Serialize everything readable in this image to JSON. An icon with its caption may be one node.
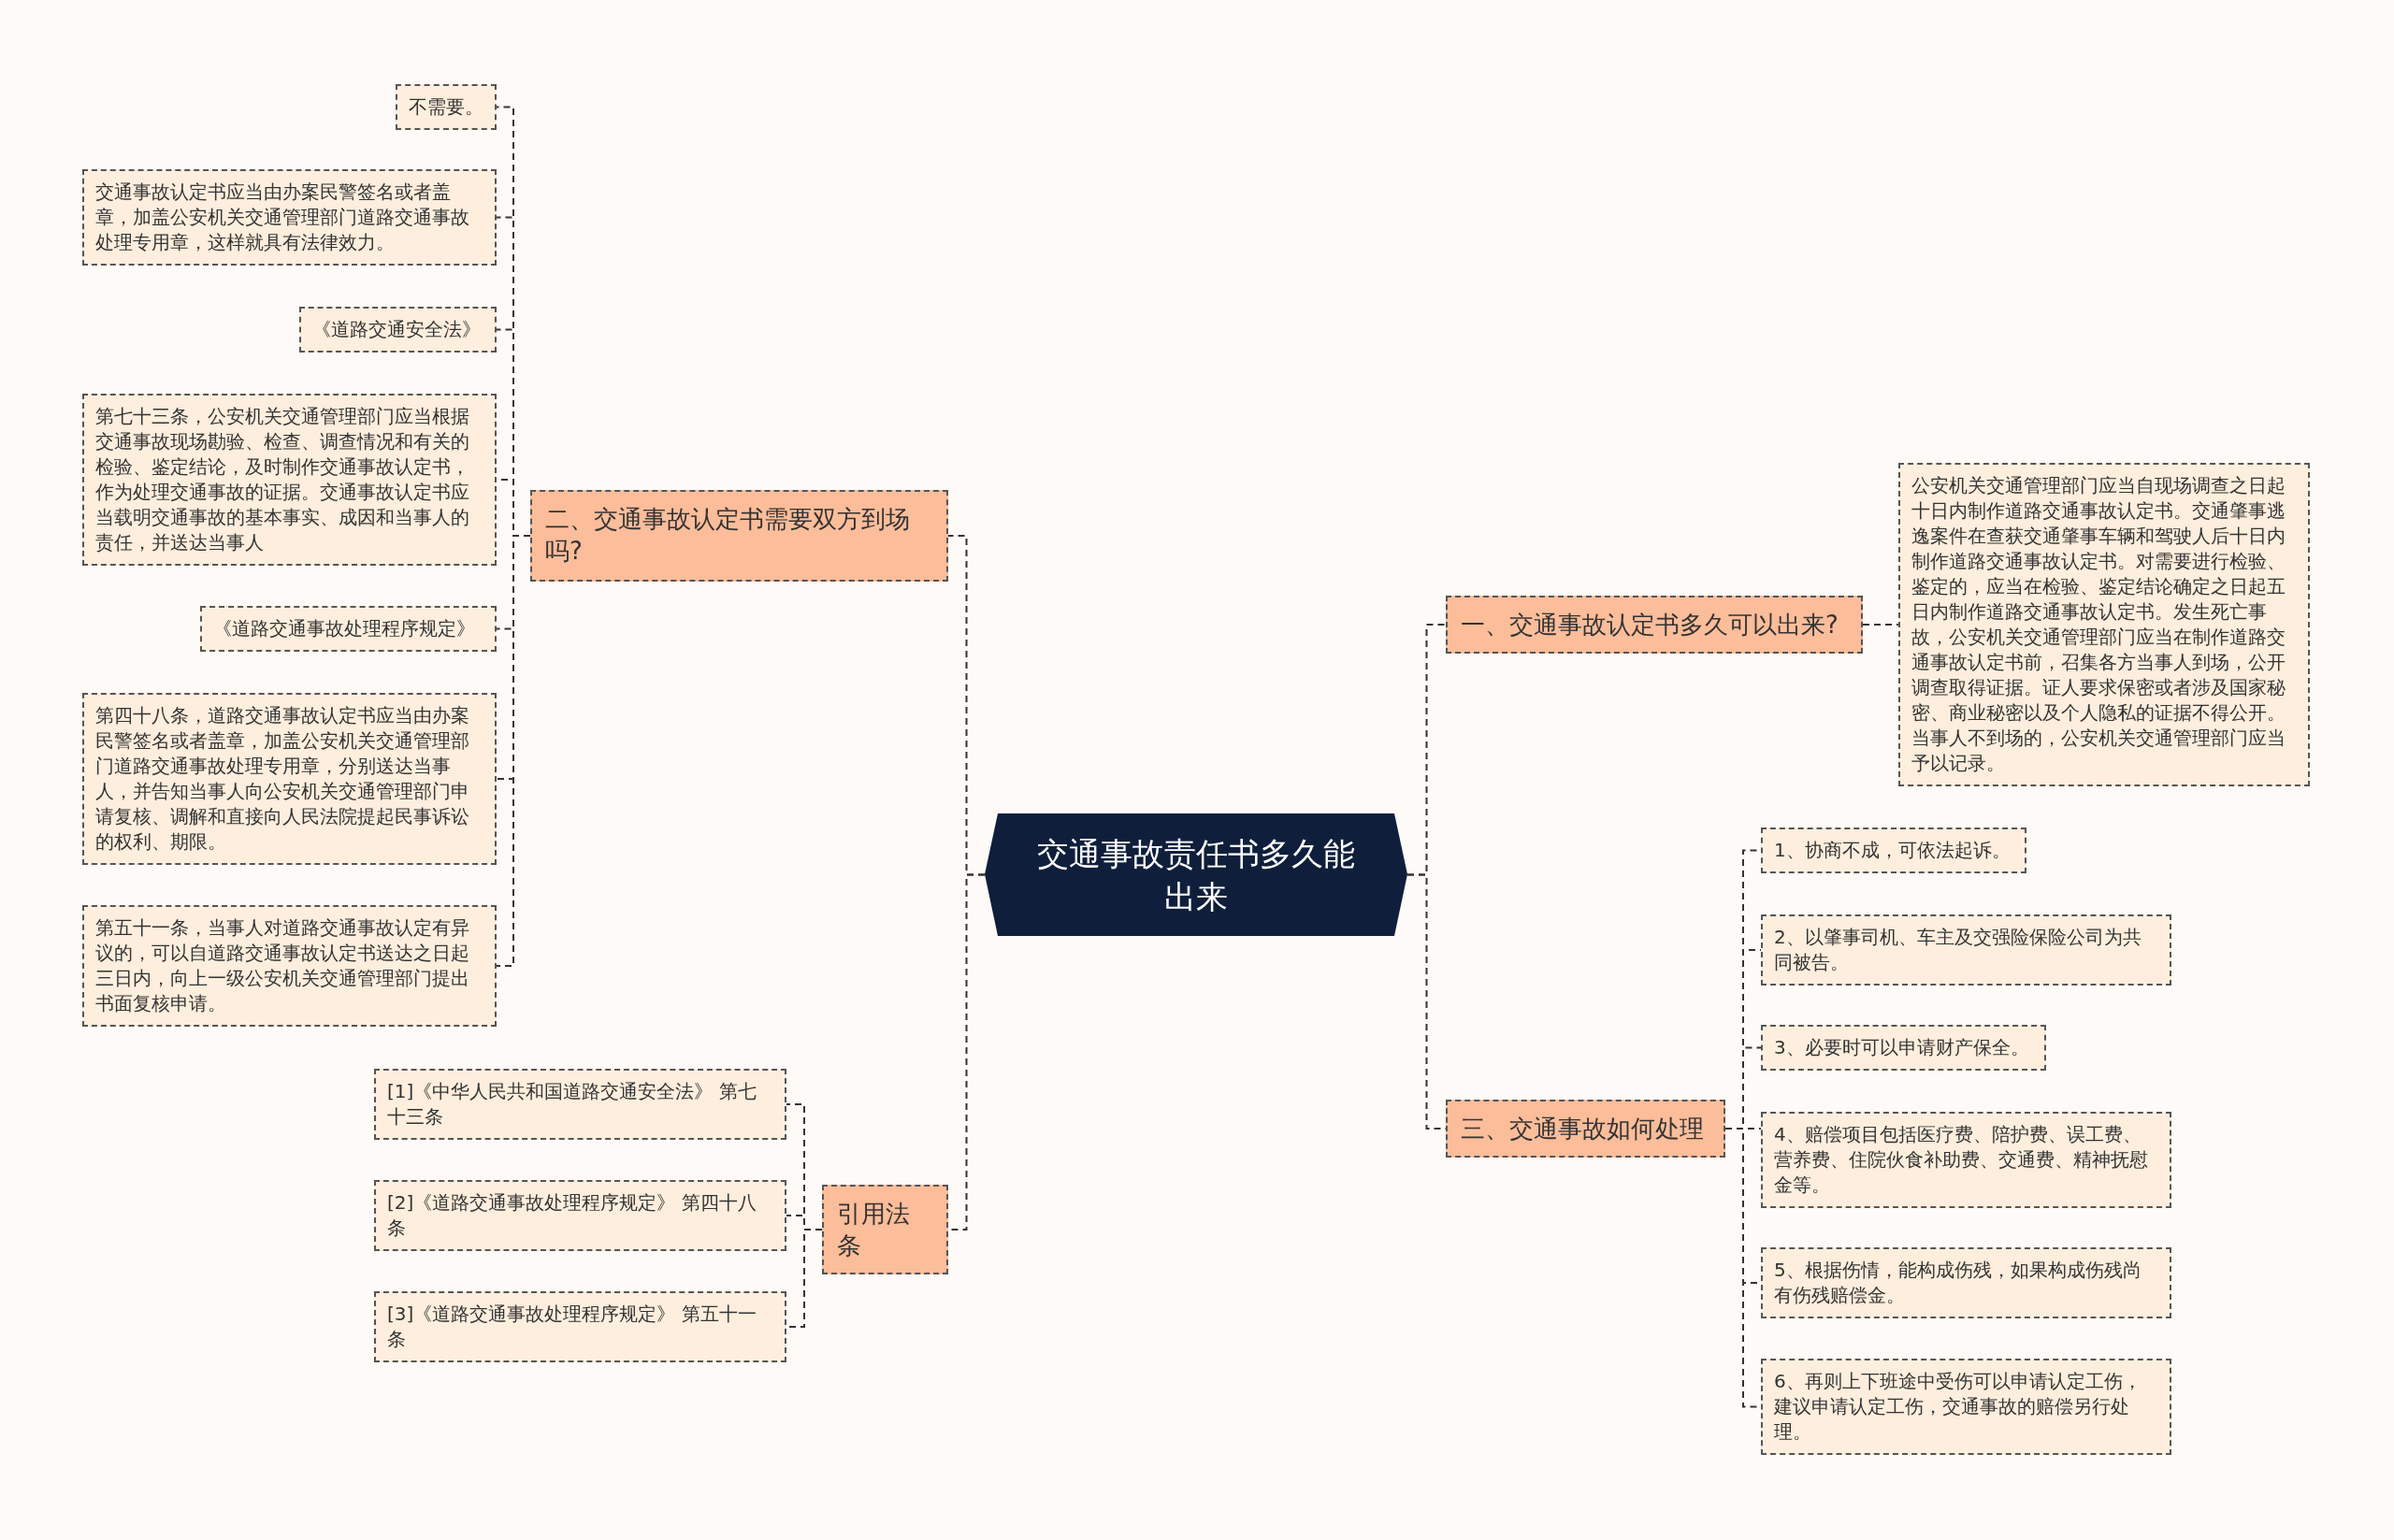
{
  "diagram": {
    "nodes": [
      {
        "text": [
          "交通事故责任书多久能出来"
        ]
      },
      {
        "text": [
          "一、交通事故认定书多久可以出来?"
        ]
      },
      {
        "text": [
          "公安机关交通管理部门应当自现场调查之日起十日内制作道路交通事故认定书。交通肇事逃逸案件在查获交通肇事车辆和驾驶人后十日内制作道路交通事故认定书。对需要进行检验、鉴定的，应当在检验、鉴定结论确定之日起五日内制作道路交通事故认定书。发生死亡事故，公安机关交通管理部门应当在制作道路交通事故认定书前，召集各方当事人到场，公开调查取得证据。证人要求保密或者涉及国家秘密、商业秘密以及个人隐私的证据不得公开。当事人不到场的，公安机关交通管理部门应当予以记录。"
        ]
      },
      {
        "text": [
          "二、交通事故认定书需要双方到场吗?"
        ]
      },
      {
        "text": [
          "不需要。"
        ]
      },
      {
        "text": [
          "交通事故认定书应当由办案民警签名或者盖章，加盖公安机关交通管理部门道路交通事故处理专用章，这样就具有法律效力。"
        ]
      },
      {
        "text": [
          "《道路交通安全法》"
        ]
      },
      {
        "text": [
          "第七十三条，公安机关交通管理部门应当根据交通事故现场勘验、检查、调查情况和有关的检验、鉴定结论，及时制作交通事故认定书，作为处理交通事故的证据。交通事故认定书应当载明交通事故的基本事实、成因和当事人的责任，并送达当事人"
        ]
      },
      {
        "text": [
          "《道路交通事故处理程序规定》"
        ]
      },
      {
        "text": [
          "第四十八条，道路交通事故认定书应当由办案民警签名或者盖章，加盖公安机关交通管理部门道路交通事故处理专用章，分别送达当事人，并告知当事人向公安机关交通管理部门申请复核、调解和直接向人民法院提起民事诉讼的权利、期限。"
        ]
      },
      {
        "text": [
          "第五十一条，当事人对道路交通事故认定有异议的，可以自道路交通事故认定书送达之日起三日内，向上一级公安机关交通管理部门提出书面复核申请。"
        ]
      },
      {
        "text": [
          "三、交通事故如何处理"
        ]
      },
      {
        "text": [
          "1、协商不成，可依法起诉。"
        ]
      },
      {
        "text": [
          "2、以肇事司机、车主及交强险保险公司为共同被告。"
        ]
      },
      {
        "text": [
          "3、必要时可以申请财产保全。"
        ]
      },
      {
        "text": [
          "4、赔偿项目包括医疗费、陪护费、误工费、营养费、住院伙食补助费、交通费、精神抚慰金等。"
        ]
      },
      {
        "text": [
          "5、根据伤情，能构成伤残，如果构成伤残尚有伤残赔偿金。"
        ]
      },
      {
        "text": [
          "6、再则上下班途中受伤可以申请认定工伤，建议申请认定工伤，交通事故的赔偿另行处理。"
        ]
      },
      {
        "text": [
          "引用法条"
        ]
      },
      {
        "text": [
          "[1]《中华人民共和国道路交通安全法》 第七十三条"
        ]
      },
      {
        "text": [
          "[2]《道路交通事故处理程序规定》 第四十八条"
        ]
      },
      {
        "text": [
          "[3]《道路交通事故处理程序规定》 第五十一条"
        ]
      }
    ],
    "edges": [
      {
        "from": 0,
        "to": 1,
        "arrow": "none"
      },
      {
        "from": 1,
        "to": 2,
        "arrow": "none"
      },
      {
        "from": 0,
        "to": 3,
        "arrow": "none"
      },
      {
        "from": 3,
        "to": 4,
        "arrow": "none"
      },
      {
        "from": 3,
        "to": 5,
        "arrow": "none"
      },
      {
        "from": 3,
        "to": 6,
        "arrow": "none"
      },
      {
        "from": 3,
        "to": 7,
        "arrow": "none"
      },
      {
        "from": 3,
        "to": 8,
        "arrow": "none"
      },
      {
        "from": 3,
        "to": 9,
        "arrow": "none"
      },
      {
        "from": 3,
        "to": 10,
        "arrow": "none"
      },
      {
        "from": 0,
        "to": 11,
        "arrow": "none"
      },
      {
        "from": 11,
        "to": 12,
        "arrow": "none"
      },
      {
        "from": 11,
        "to": 13,
        "arrow": "none"
      },
      {
        "from": 11,
        "to": 14,
        "arrow": "none"
      },
      {
        "from": 11,
        "to": 15,
        "arrow": "none"
      },
      {
        "from": 11,
        "to": 16,
        "arrow": "none"
      },
      {
        "from": 11,
        "to": 17,
        "arrow": "none"
      },
      {
        "from": 0,
        "to": 18,
        "arrow": "none"
      },
      {
        "from": 18,
        "to": 19,
        "arrow": "none"
      },
      {
        "from": 18,
        "to": 20,
        "arrow": "none"
      },
      {
        "from": 18,
        "to": 21,
        "arrow": "none"
      }
    ]
  }
}
